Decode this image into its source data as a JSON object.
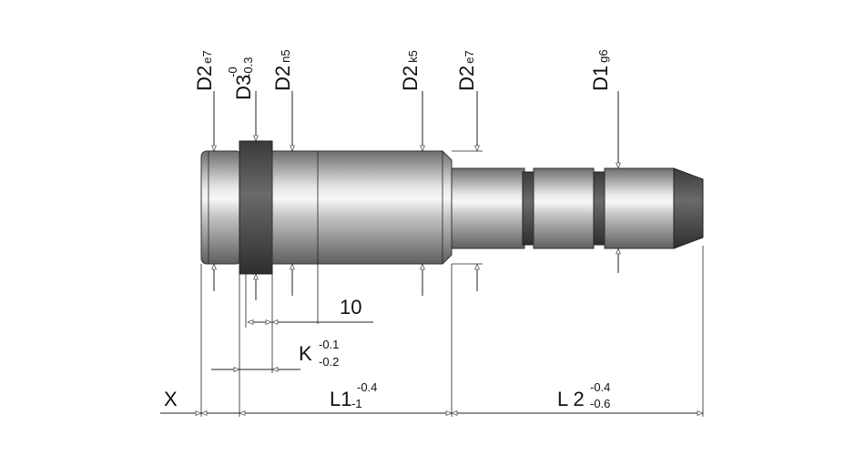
{
  "vertical_labels": [
    {
      "id": "d2-e7-left",
      "main": "D2",
      "sub": "e7"
    },
    {
      "id": "d3",
      "main": "D3",
      "sub_top": "-0",
      "sub_bottom": "-0.3"
    },
    {
      "id": "d2-n5",
      "main": "D2",
      "sub": "n5"
    },
    {
      "id": "d2-k5",
      "main": "D2",
      "sub": "k5"
    },
    {
      "id": "d2-e7-right",
      "main": "D2",
      "sub": "e7"
    },
    {
      "id": "d1-g6",
      "main": "D1",
      "sub": "g6"
    }
  ],
  "dimensions": {
    "ten": "10",
    "k": {
      "main": "K",
      "upper": "-0.1",
      "lower": "-0.2"
    },
    "x": "X",
    "l1": {
      "main": "L1",
      "upper": "-0.4",
      "lower": "-1"
    },
    "l2": {
      "main": "L 2",
      "upper": "-0.4",
      "lower": "-0.6"
    }
  }
}
